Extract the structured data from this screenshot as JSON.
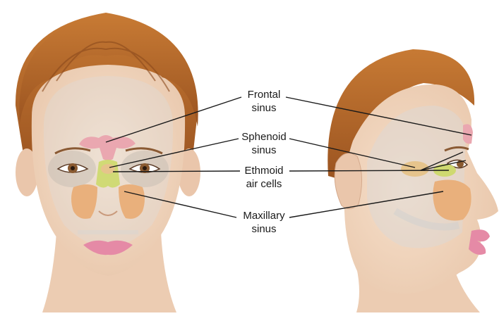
{
  "labels": {
    "frontal": {
      "line1": "Frontal",
      "line2": "sinus"
    },
    "sphenoid": {
      "line1": "Sphenoid",
      "line2": "sinus"
    },
    "ethmoid": {
      "line1": "Ethmoid",
      "line2": "air cells"
    },
    "maxillary": {
      "line1": "Maxillary",
      "line2": "sinus"
    }
  },
  "colors": {
    "skin": "#f4dcc6",
    "skin_shadow": "#e6c2a6",
    "hair": "#b8692a",
    "hair_dark": "#8a4a1c",
    "frontal_sinus": "#eaa7b0",
    "sphenoid_sinus": "#e6c48c",
    "ethmoid_cells": "#cfd970",
    "maxillary_sinus": "#e9b07c",
    "lips": "#e58aa6",
    "skull_overlay": "#cfcfcf",
    "leader_line": "#1a1a1a"
  }
}
